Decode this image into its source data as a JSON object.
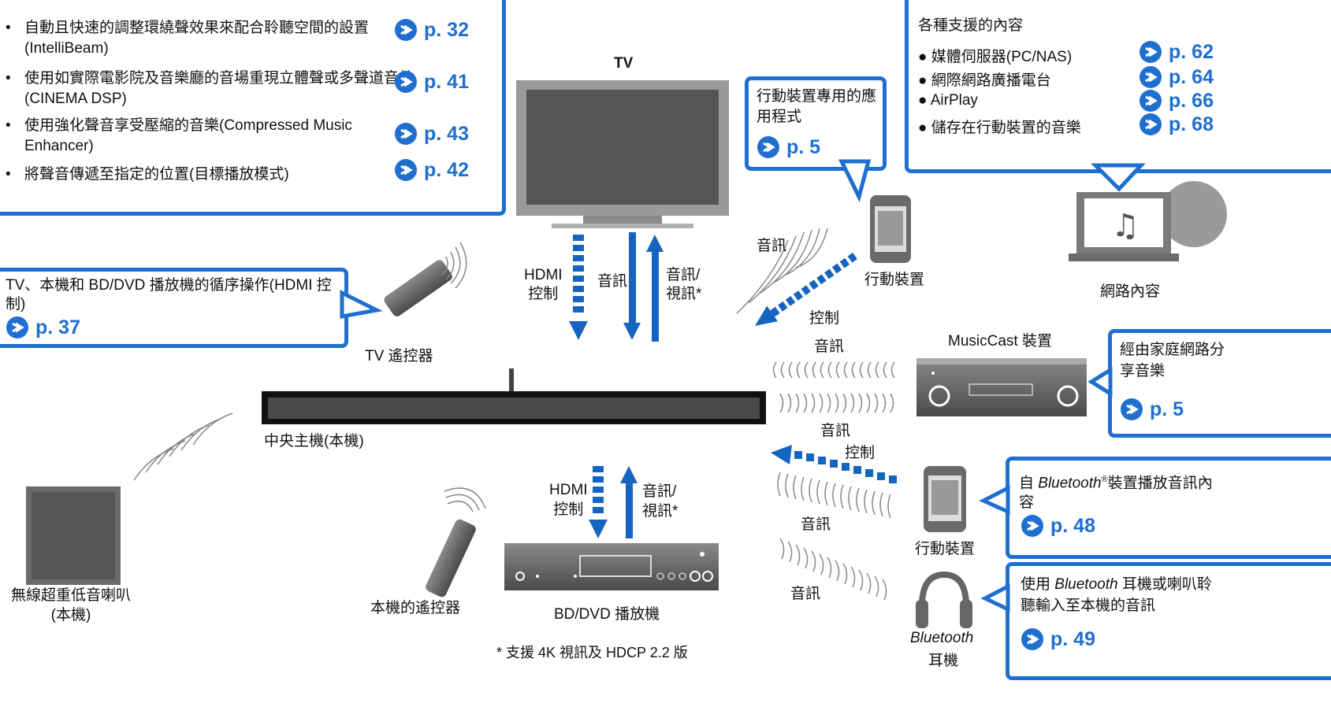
{
  "features": {
    "items": [
      {
        "text": "自動且快速的調整環繞聲效果來配合聆聽空間的設置(IntelliBeam)",
        "page": "p. 32"
      },
      {
        "text": "使用如實際電影院及音樂廳的音場重現立體聲或多聲道音效(CINEMA DSP)",
        "page": "p. 41"
      },
      {
        "text": "使用強化聲音享受壓縮的音樂(Compressed Music Enhancer)",
        "page": "p. 43"
      },
      {
        "text": "將聲音傳遞至指定的位置(目標播放模式)",
        "page": "p. 42"
      }
    ]
  },
  "hdmi_control": {
    "text": "TV、本機和 BD/DVD 播放機的循序操作(HDMI 控制)",
    "page": "p. 37"
  },
  "mobile_app": {
    "text": "行動裝置專用的應用程式",
    "page": "p. 5"
  },
  "network": {
    "title": "各種支援的內容",
    "items": [
      {
        "text": "媒體伺服器(PC/NAS)",
        "page": "p. 62"
      },
      {
        "text": "網際網路廣播電台",
        "page": "p. 64"
      },
      {
        "text": "AirPlay",
        "page": "p. 66"
      },
      {
        "text": "儲存在行動裝置的音樂",
        "page": "p. 68"
      }
    ]
  },
  "home_network": {
    "text": "經由家庭網路分享音樂",
    "page": "p. 5"
  },
  "bt_source": {
    "prefix": "自 ",
    "brand": "Bluetooth",
    "sup": "®",
    "suffix": "裝置播放音訊內容",
    "page": "p. 48"
  },
  "bt_headphone": {
    "prefix": "使用 ",
    "brand": "Bluetooth",
    "suffix": " 耳機或喇叭聆聽輸入至本機的音訊",
    "page": "p. 49"
  },
  "labels": {
    "tv": "TV",
    "hdmi_control": "HDMI\n控制",
    "audio": "音訊",
    "audio_video": "音訊/\n視訊*",
    "tv_remote": "TV 遙控器",
    "center_unit": "中央主機(本機)",
    "subwoofer": "無線超重低音喇叭\n(本機)",
    "unit_remote": "本機的遙控器",
    "bd_player": "BD/DVD 播放機",
    "mobile_device": "行動裝置",
    "network_content": "網路內容",
    "musiccast": "MusicCast 裝置",
    "control": "控制",
    "bt_headphones_brand": "Bluetooth",
    "bt_headphones": "耳機"
  },
  "footnote": "*  支援 4K 視訊及 HDCP 2.2 版",
  "colors": {
    "accent": "#1f6fd1",
    "arrow": "#1565c0",
    "device_gray": "#5a5a5a"
  }
}
